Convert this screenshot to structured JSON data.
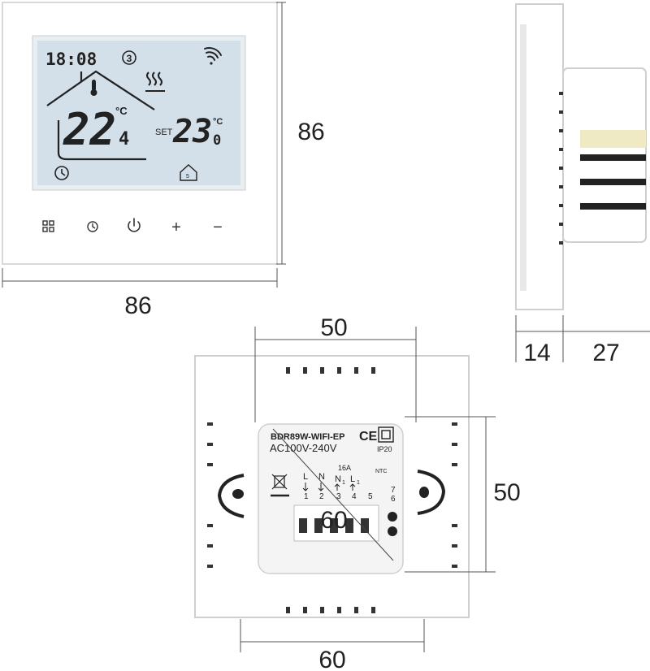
{
  "front": {
    "time": "18:08",
    "program": "3",
    "room_temp_int": "22",
    "room_temp_dec": "4",
    "room_temp_unit": "°C",
    "set_label": "SET",
    "set_temp_int": "23",
    "set_temp_dec": "0",
    "set_temp_unit": "°C",
    "buttons": [
      {
        "name": "menu-button",
        "icon": "grid-icon"
      },
      {
        "name": "clock-button",
        "icon": "clock-icon"
      },
      {
        "name": "power-button",
        "icon": "power-icon"
      },
      {
        "name": "plus-button",
        "label": "+"
      },
      {
        "name": "minus-button",
        "label": "−"
      }
    ]
  },
  "back": {
    "model": "BDR89W-WIFI-EP",
    "voltage": "AC100V-240V",
    "ce_mark": "CE",
    "ip_rating": "IP20",
    "current": "16A",
    "ntc_label": "NTC",
    "terminal_top": [
      "L",
      "N",
      "N",
      "L"
    ],
    "terminal_subs": [
      "",
      "",
      "1",
      "1"
    ],
    "terminal_nums": [
      "1",
      "2",
      "3",
      "4",
      "5",
      "6",
      "7"
    ]
  },
  "dimensions": {
    "front_height": "86",
    "front_width": "86",
    "side_depth_front": "14",
    "side_depth_back": "27",
    "back_top_width": "50",
    "back_side_height": "50",
    "back_diag": "60",
    "back_bottom_width": "60"
  }
}
